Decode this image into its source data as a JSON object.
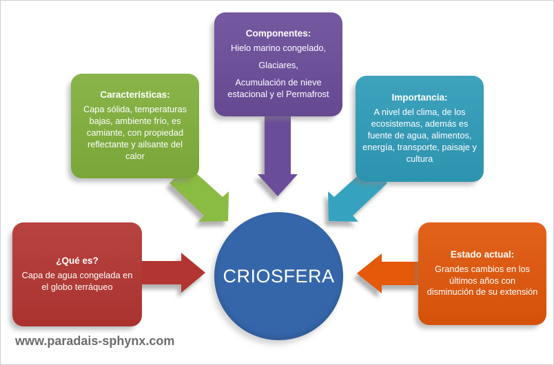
{
  "diagram": {
    "center": {
      "label": "CRIOSFERA",
      "color": "#3566A9"
    },
    "nodes": [
      {
        "id": "que-es",
        "title": "¿Qué es?",
        "body": "Capa de agua congelada en el globo terráqueo",
        "color": "#B23531",
        "arrow_color": "#B23531"
      },
      {
        "id": "caracteristicas",
        "title": "Características:",
        "body": "Capa sólida, temperaturas bajas, ambiente frío, es camiante, con propiedad reflectante y ailsante del calor",
        "color": "#80AF3C",
        "arrow_color": "#8ABB42"
      },
      {
        "id": "componentes",
        "title": "Componentes:",
        "body_lines": [
          "Hielo marino congelado,",
          "Glaciares,",
          "Acumulación  de nieve estacional y el Permafrost"
        ],
        "color": "#6A4D9A",
        "arrow_color": "#6A4D9A"
      },
      {
        "id": "importancia",
        "title": "Importancia:",
        "body": "A nivel del clima, de los ecosistemas, además es fuente de agua, alimentos, energía, transporte, paisaje y cultura",
        "color": "#2F9BB8",
        "arrow_color": "#35A3C0"
      },
      {
        "id": "estado-actual",
        "title": "Estado actual:",
        "body": "Grandes cambios en los últimos años con disminución de su extensión",
        "color": "#E0560A",
        "arrow_color": "#E4590A"
      }
    ]
  },
  "footer": {
    "website": "www.paradais-sphynx.com"
  }
}
